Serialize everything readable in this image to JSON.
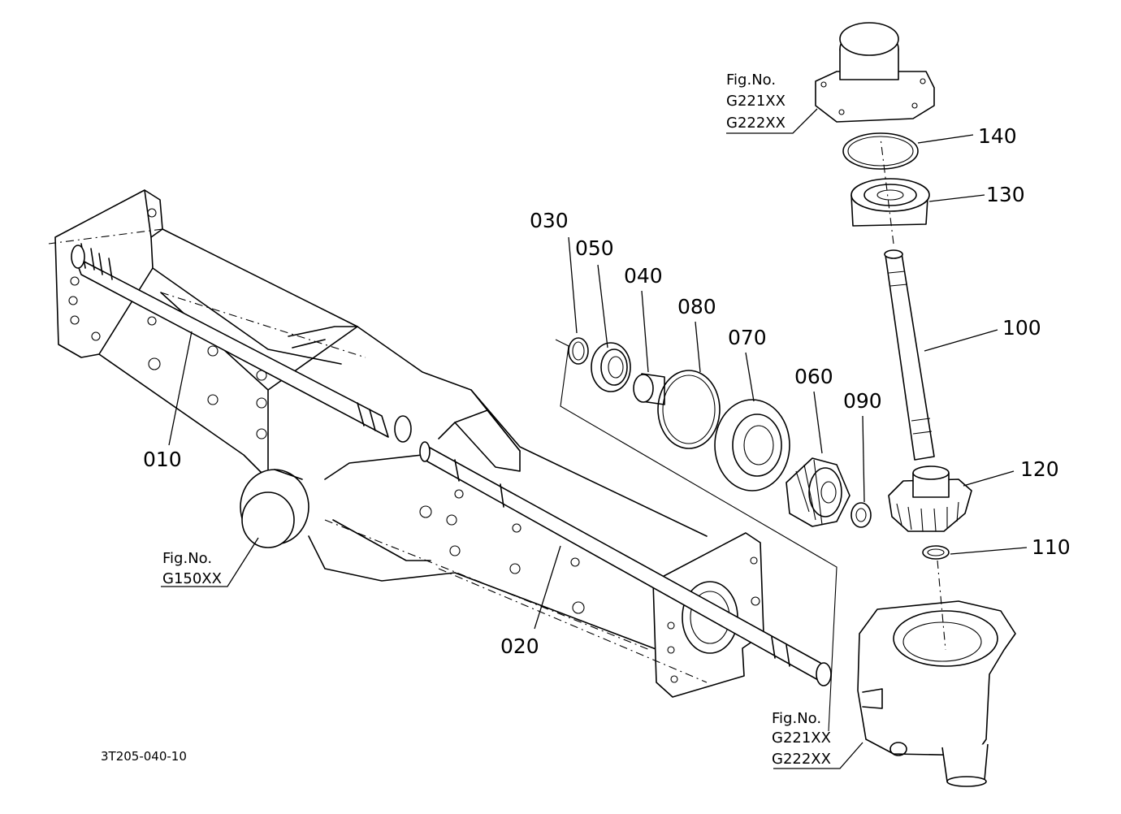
{
  "drawing_code": "3T205-040-10",
  "part_labels": {
    "p010": "010",
    "p020": "020",
    "p030": "030",
    "p040": "040",
    "p050": "050",
    "p060": "060",
    "p070": "070",
    "p080": "080",
    "p090": "090",
    "p100": "100",
    "p110": "110",
    "p120": "120",
    "p130": "130",
    "p140": "140"
  },
  "figure_refs": {
    "top": {
      "label": "Fig.No.",
      "codes": [
        "G221XX",
        "G222XX"
      ]
    },
    "left": {
      "label": "Fig.No.",
      "codes": [
        "G150XX"
      ]
    },
    "bottom": {
      "label": "Fig.No.",
      "codes": [
        "G221XX",
        "G222XX"
      ]
    }
  }
}
